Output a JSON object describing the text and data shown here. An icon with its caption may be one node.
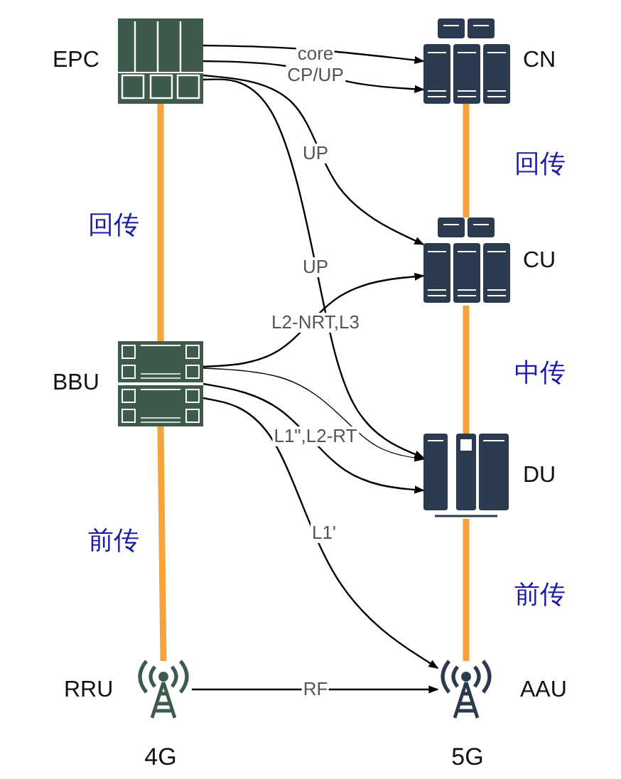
{
  "diagram": {
    "nodes": [
      {
        "text": [
          "EPC"
        ]
      },
      {
        "text": [
          "CN"
        ]
      },
      {
        "text": [
          "CU"
        ]
      },
      {
        "text": [
          "DU"
        ]
      },
      {
        "text": [
          "BBU"
        ]
      },
      {
        "text": [
          "RRU"
        ]
      },
      {
        "text": [
          "AAU"
        ]
      }
    ],
    "edges": [
      {
        "from": 0,
        "to": 1,
        "arrow": "to",
        "label": "core"
      },
      {
        "from": 0,
        "to": 1,
        "arrow": "to",
        "label": "CP/UP"
      },
      {
        "from": 0,
        "to": 2,
        "arrow": "to",
        "label": "UP"
      },
      {
        "from": 0,
        "to": 3,
        "arrow": "to",
        "label": "UP"
      },
      {
        "from": 4,
        "to": 2,
        "arrow": "to",
        "label": "L2-NRT,L3"
      },
      {
        "from": 4,
        "to": 3,
        "arrow": "to"
      },
      {
        "from": 4,
        "to": 3,
        "arrow": "to",
        "label": "L1\",L2-RT"
      },
      {
        "from": 4,
        "to": 6,
        "arrow": "to",
        "label": "L1'"
      },
      {
        "from": 5,
        "to": 6,
        "arrow": "to",
        "label": "RF"
      },
      {
        "from": 0,
        "to": 4,
        "arrow": "none",
        "style": "thick",
        "color": "#f5a33a"
      },
      {
        "from": 4,
        "to": 5,
        "arrow": "none",
        "style": "thick",
        "color": "#f5a33a"
      },
      {
        "from": 1,
        "to": 2,
        "arrow": "none",
        "style": "thick",
        "color": "#f5a33a"
      },
      {
        "from": 2,
        "to": 3,
        "arrow": "none",
        "style": "thick",
        "color": "#f5a33a"
      },
      {
        "from": 3,
        "to": 6,
        "arrow": "none",
        "style": "thick",
        "color": "#f5a33a"
      }
    ],
    "labels": [
      "回传",
      "前传",
      "回传",
      "中传",
      "前传",
      "4G",
      "5G"
    ]
  }
}
